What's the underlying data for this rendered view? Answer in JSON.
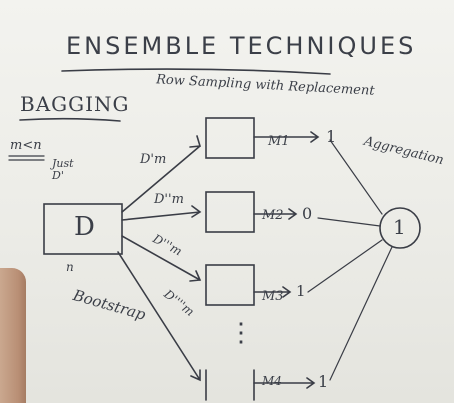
{
  "title": "ENSEMBLE TECHNIQUES",
  "bagging_label": "BAGGING",
  "bagging_subtitle": "Row Sampling with Replacement",
  "mn_label": "m<n",
  "just_d_label": "Just D'",
  "dataset_label": "D",
  "n_label": "n",
  "bootstrap_label": "Bootstrap",
  "aggregation_label": "Aggregation",
  "aggregate_output": "1",
  "samples": [
    {
      "label": "D'm"
    },
    {
      "label": "D''m"
    },
    {
      "label": "D'''m"
    },
    {
      "label": "D''''m"
    }
  ],
  "models": [
    {
      "label": "M1",
      "output": "1"
    },
    {
      "label": "M2",
      "output": "0"
    },
    {
      "label": "M3",
      "output": "1"
    },
    {
      "label": "M4",
      "output": "1"
    }
  ],
  "ellipsis": "⋮"
}
